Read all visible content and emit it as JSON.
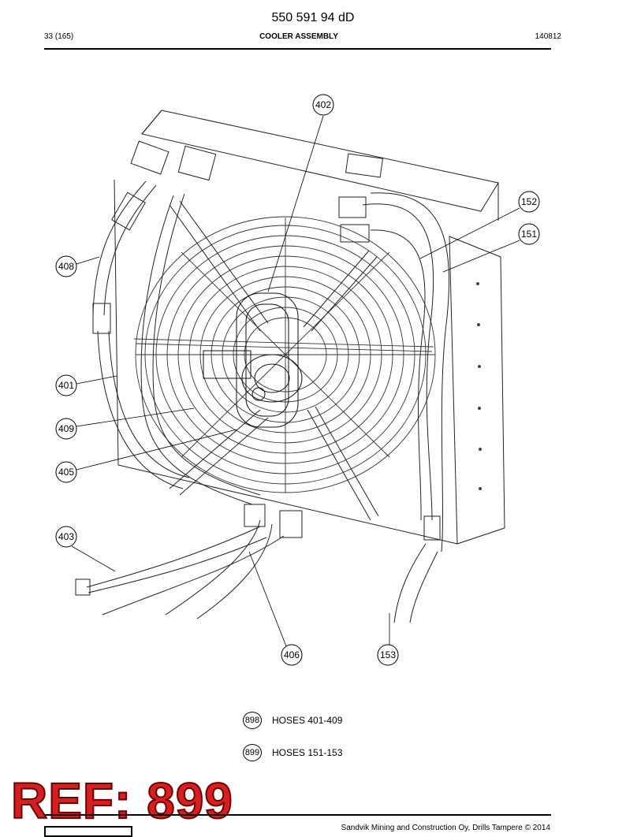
{
  "header": {
    "document_number": "550 591 94 dD",
    "page": "33 (165)",
    "title": "COOLER ASSEMBLY",
    "date": "140812"
  },
  "figure": {
    "callouts": [
      "402",
      "152",
      "151",
      "408",
      "401",
      "409",
      "405",
      "403",
      "406",
      "153"
    ]
  },
  "legend": [
    {
      "ref": "898",
      "label": "HOSES 401-409"
    },
    {
      "ref": "899",
      "label": "HOSES 151-153"
    }
  ],
  "stamp": "REF: 899",
  "footer": {
    "copyright": "Sandvik Mining and Construction Oy, Drills Tampere © 2014"
  }
}
